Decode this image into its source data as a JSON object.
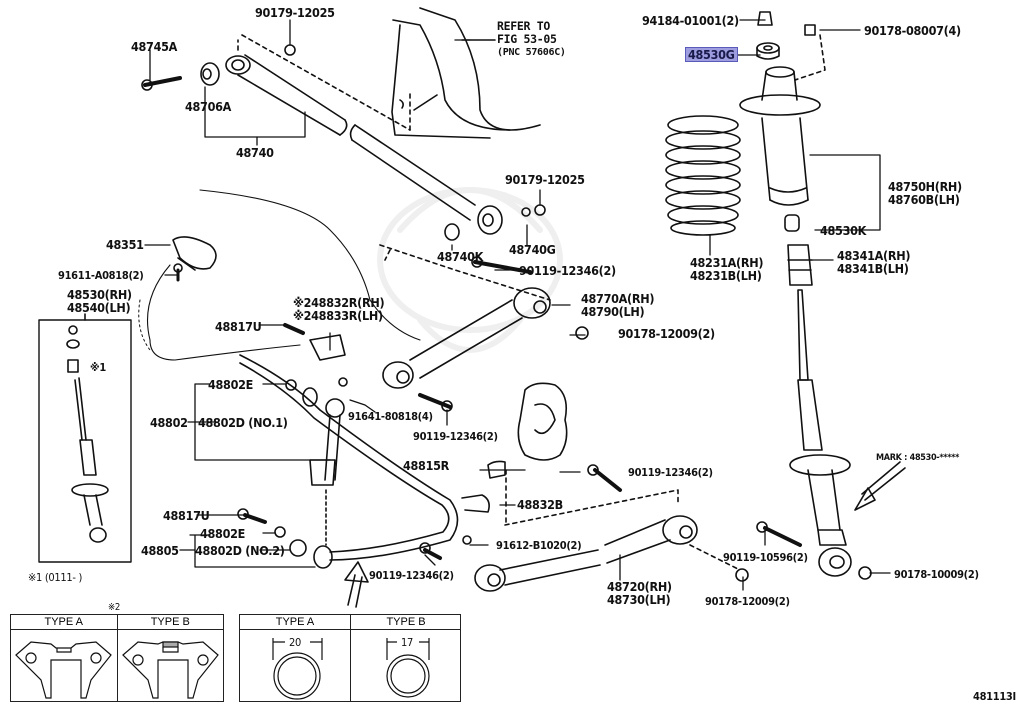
{
  "diagram": {
    "figure_code": "481113I",
    "reference_note": {
      "line1": "REFER TO",
      "line2": "FIG 53-05",
      "line3": "(PNC 57606C)"
    },
    "highlighted_part": "48530G",
    "highlight_color": "#9d9de0",
    "mark_note": "MARK : 48530-*****",
    "footnote_1": "※1 (0111-        )",
    "parts": {
      "p48745A": "48745A",
      "p48706A": "48706A",
      "p48740": "48740",
      "p90179_a": "90179-12025",
      "p90179_b": "90179-12025",
      "p94184": "94184-01001(2)",
      "p48530G": "48530G",
      "p90178_08007": "90178-08007(4)",
      "p48750H": "48750H(RH)",
      "p48760B": "48760B(LH)",
      "p48530K": "48530K",
      "p48341A": "48341A(RH)",
      "p48341B": "48341B(LH)",
      "p48231A": "48231A(RH)",
      "p48231B": "48231B(LH)",
      "p48740K": "48740K",
      "p48740G": "48740G",
      "p90119_a": "90119-12346(2)",
      "p48770A": "48770A(RH)",
      "p48790": "48790(LH)",
      "p90178_12009_a": "90178-12009(2)",
      "p48351": "48351",
      "p91611": "91611-A0818(2)",
      "p48530": "48530(RH)",
      "p48540": "48540(LH)",
      "p48832R_mark": "※2",
      "p48832R": "48832R(RH)",
      "p48833R_mark": "※2",
      "p48833R": "48833R(LH)",
      "p48817U_a": "48817U",
      "p48802E_a": "48802E",
      "p48802": "48802",
      "p48802D_a": "48802D",
      "p48802D_a_note": "(NO.1)",
      "p91641": "91641-80818(4)",
      "p90119_b": "90119-12346(2)",
      "p48815R": "48815R",
      "p90119_c": "90119-12346(2)",
      "p48832B": "48832B",
      "p48817U_b": "48817U",
      "p48802E_b": "48802E",
      "p48805": "48805",
      "p48802D_b": "48802D",
      "p48802D_b_note": "(NO.2)",
      "p91612": "91612-B1020(2)",
      "p90119_d": "90119-12346(2)",
      "p48720": "48720(RH)",
      "p48730": "48730(LH)",
      "p90119_10596": "90119-10596(2)",
      "p90178_12009_b": "90178-12009(2)",
      "p90178_10009": "90178-10009(2)",
      "shock_box_note": "※1"
    },
    "bracket_table": {
      "mark": "※2",
      "types": [
        {
          "label": "TYPE A"
        },
        {
          "label": "TYPE B"
        }
      ]
    },
    "bushing_table": {
      "types": [
        {
          "label": "TYPE A",
          "dimension": "20"
        },
        {
          "label": "TYPE B",
          "dimension": "17"
        }
      ]
    }
  }
}
